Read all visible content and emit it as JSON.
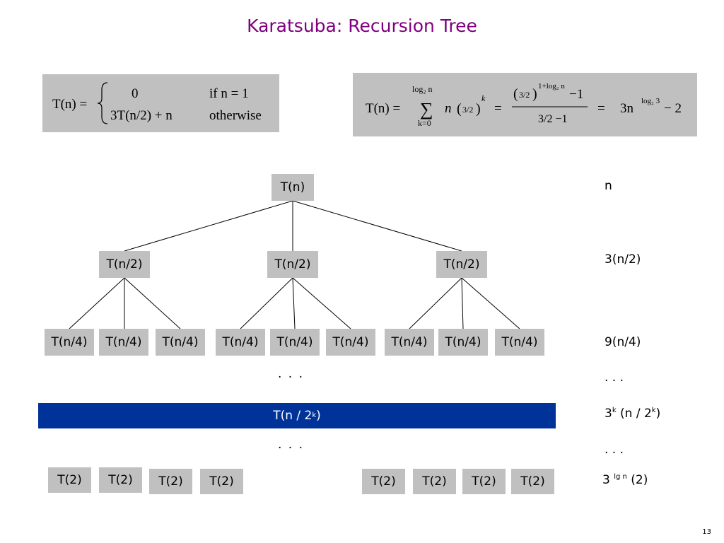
{
  "title": "Karatsuba:  Recursion Tree",
  "recurrence": {
    "lhs": "T(n) =",
    "case1_value": "0",
    "case1_cond": "if  n = 1",
    "case2_value": "3T(n/2) +  n",
    "case2_cond": "otherwise"
  },
  "closed_form": {
    "lhs": "T(n) =",
    "sum_upper": "log₂ n",
    "sum_lower": "k=0",
    "term_n": "n",
    "term_frac": "3/2",
    "term_exp": "k",
    "frac_num_exp": "1+log₂ n",
    "frac_num_tail": "−1",
    "frac_den": "3/2 −1",
    "equals": "=",
    "result": "3n",
    "result_exp": "log₂ 3",
    "result_tail": "− 2"
  },
  "tree": {
    "root": "T(n)",
    "level1": [
      "T(n/2)",
      "T(n/2)",
      "T(n/2)"
    ],
    "level2": [
      "T(n/4)",
      "T(n/4)",
      "T(n/4)",
      "T(n/4)",
      "T(n/4)",
      "T(n/4)",
      "T(n/4)",
      "T(n/4)",
      "T(n/4)"
    ],
    "dots": ". . .",
    "bar_base": "T(n / 2",
    "bar_exp": "k",
    "bar_tail": ")",
    "leaves": [
      "T(2)",
      "T(2)",
      "T(2)",
      "T(2)",
      "T(2)",
      "T(2)",
      "T(2)",
      "T(2)"
    ]
  },
  "level_costs": {
    "l0": "n",
    "l1": "3(n/2)",
    "l2": "9(n/4)",
    "dots": ". . .",
    "lk_base": "3",
    "lk_exp": "k",
    "lk_mid": " (n / 2",
    "lk_exp2": "k",
    "lk_tail": ")",
    "leaf_base": "3 ",
    "leaf_exp": "lg n",
    "leaf_tail": " (2)"
  },
  "page_number": "13"
}
